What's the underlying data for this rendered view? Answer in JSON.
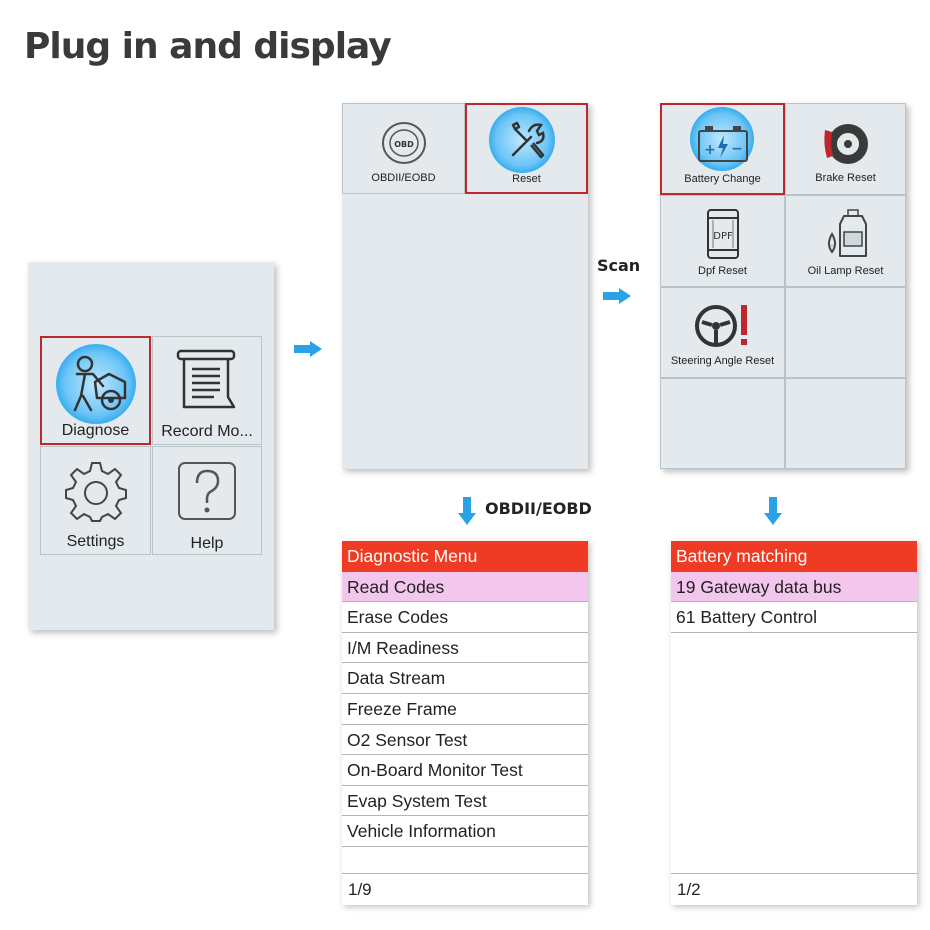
{
  "headline": "Plug in and display",
  "home_screen": {
    "tiles": [
      {
        "label": "Diagnose",
        "icon": "mechanic-car-icon",
        "selected": true
      },
      {
        "label": "Record Mo...",
        "icon": "document-record-icon",
        "selected": false
      },
      {
        "label": "Settings",
        "icon": "gear-icon",
        "selected": false
      },
      {
        "label": "Help",
        "icon": "question-mark-icon",
        "selected": false
      }
    ]
  },
  "function_screen": {
    "tiles": [
      {
        "label": "OBDII/EOBD",
        "icon": "obd-steering-wheel-icon",
        "selected": false
      },
      {
        "label": "Reset",
        "icon": "wrench-screwdriver-icon",
        "selected": true
      }
    ]
  },
  "reset_screen": {
    "tiles": [
      {
        "label": "Battery Change",
        "icon": "battery-icon",
        "selected": true
      },
      {
        "label": "Brake Reset",
        "icon": "brake-disc-icon",
        "selected": false
      },
      {
        "label": "Dpf Reset",
        "icon": "dpf-filter-icon",
        "selected": false
      },
      {
        "label": "Oil Lamp Reset",
        "icon": "oil-can-icon",
        "selected": false
      },
      {
        "label": "Steering Angle Reset",
        "icon": "steering-warning-icon",
        "selected": false
      }
    ]
  },
  "captions": {
    "scan": "Scan",
    "obd": "OBDII/EOBD"
  },
  "diagnostic_menu": {
    "title": "Diagnostic Menu",
    "items": [
      "Read Codes",
      "Erase Codes",
      "I/M Readiness",
      "Data Stream",
      "Freeze Frame",
      "O2 Sensor Test",
      "On-Board Monitor Test",
      "Evap System Test",
      "Vehicle Information"
    ],
    "page": "1/9"
  },
  "battery_menu": {
    "title": "Battery matching",
    "items": [
      "19 Gateway data bus",
      "61 Battery Control"
    ],
    "page": "1/2"
  },
  "colors": {
    "header_red": "#ef3b24",
    "highlight_pink": "#f3c6ee",
    "selection_red": "#c0272d",
    "arrow_blue": "#2aa3e6",
    "screen_bg": "#e3e9ec"
  }
}
